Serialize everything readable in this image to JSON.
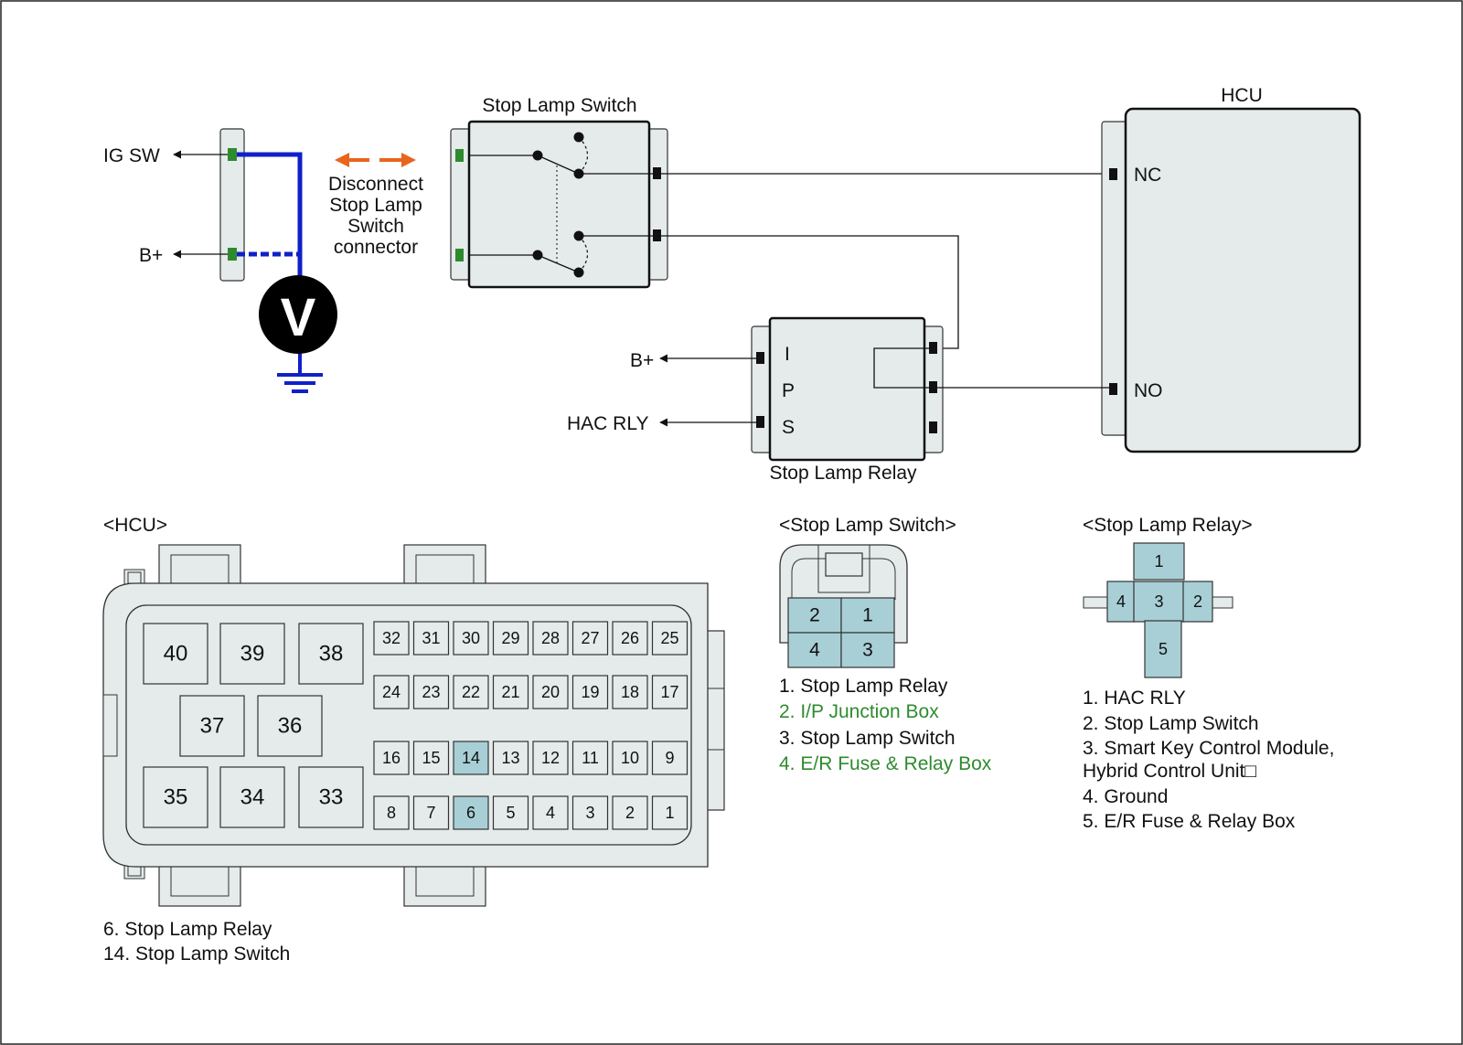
{
  "colors": {
    "panel": "#e4ebea",
    "highlight": "#a8cfd6",
    "wire_probe": "#1020c8",
    "arrow": "#e8651c",
    "green_text": "#2e8b2e",
    "pin_green": "#2e8a2e"
  },
  "diagram": {
    "ig_sw_label": "IG SW",
    "b_plus_left": "B+",
    "voltmeter_symbol": "V",
    "disconnect_note": [
      "Disconnect",
      "Stop Lamp",
      "Switch",
      "connector"
    ],
    "switch_title": "Stop Lamp Switch",
    "hcu_title": "HCU",
    "hcu_nc": "NC",
    "hcu_no": "NO",
    "relay_title": "Stop Lamp Relay",
    "relay_i": "I",
    "relay_p": "P",
    "relay_s": "S",
    "relay_b_plus": "B+",
    "relay_hac": "HAC RLY"
  },
  "hcu_connector": {
    "title": "<HCU>",
    "big_pins": [
      "40",
      "39",
      "38",
      "37",
      "36",
      "35",
      "34",
      "33"
    ],
    "row1": [
      "32",
      "31",
      "30",
      "29",
      "28",
      "27",
      "26",
      "25"
    ],
    "row2": [
      "24",
      "23",
      "22",
      "21",
      "20",
      "19",
      "18",
      "17"
    ],
    "row3": [
      "16",
      "15",
      "14",
      "13",
      "12",
      "11",
      "10",
      "9"
    ],
    "row4": [
      "8",
      "7",
      "6",
      "5",
      "4",
      "3",
      "2",
      "1"
    ],
    "highlighted": [
      "14",
      "6"
    ],
    "legend": [
      "6. Stop Lamp Relay",
      "14. Stop Lamp Switch"
    ]
  },
  "switch_connector": {
    "title": "<Stop Lamp Switch>",
    "pins": [
      "2",
      "1",
      "4",
      "3"
    ],
    "legend": [
      "1. Stop Lamp Relay",
      "2. I/P Junction Box",
      "3. Stop Lamp Switch",
      "4. E/R Fuse & Relay Box"
    ]
  },
  "relay_connector": {
    "title": "<Stop Lamp Relay>",
    "pins": [
      "1",
      "4",
      "3",
      "2",
      "5"
    ],
    "legend": [
      "1. HAC RLY",
      "2. Stop Lamp Switch",
      "3. Smart Key Control Module,",
      "Hybrid Control Unit□",
      "4. Ground",
      "5. E/R Fuse & Relay Box"
    ]
  }
}
